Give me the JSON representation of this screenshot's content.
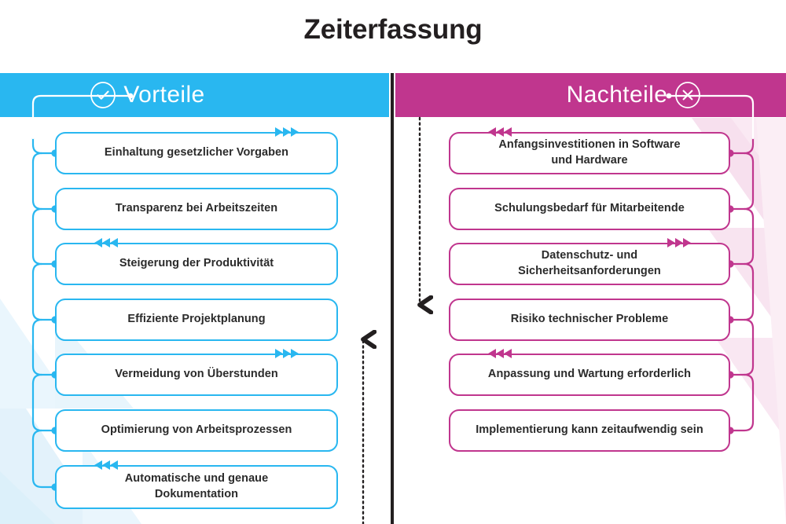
{
  "page": {
    "title": "Zeiterfassung",
    "title_color": "#231f20",
    "background": "#ffffff"
  },
  "columns": {
    "left": {
      "label": "Vorteile",
      "icon": "check-circle-icon",
      "color": "#29b7f0",
      "text_color": "#ffffff"
    },
    "right": {
      "label": "Nachteile",
      "icon": "x-circle-icon",
      "color": "#c0368e",
      "text_color": "#ffffff"
    }
  },
  "pros": [
    {
      "text": "Einhaltung gesetzlicher Vorgaben",
      "arrow": "right"
    },
    {
      "text": "Transparenz bei Arbeitszeiten",
      "arrow": "none"
    },
    {
      "text": "Steigerung der Produktivität",
      "arrow": "left"
    },
    {
      "text": "Effiziente Projektplanung",
      "arrow": "none"
    },
    {
      "text": "Vermeidung von Überstunden",
      "arrow": "right"
    },
    {
      "text": "Optimierung von Arbeitsprozessen",
      "arrow": "none"
    },
    {
      "text": "Automatische und genaue\nDokumentation",
      "arrow": "left"
    }
  ],
  "cons": [
    {
      "text": "Anfangsinvestitionen in Software\nund Hardware",
      "arrow": "left"
    },
    {
      "text": "Schulungsbedarf für Mitarbeitende",
      "arrow": "none"
    },
    {
      "text": "Datenschutz- und\nSicherheitsanforderungen",
      "arrow": "right"
    },
    {
      "text": "Risiko technischer Probleme",
      "arrow": "none"
    },
    {
      "text": "Anpassung und Wartung erforderlich",
      "arrow": "left"
    },
    {
      "text": "Implementierung kann zeitaufwendig sein",
      "arrow": "none"
    }
  ],
  "decor": {
    "divider_color": "#231f20",
    "dotted_arrow_color": "#231f20",
    "bg_blue_tint": "#dff0fa",
    "bg_pink_tint": "#f9e3f0"
  }
}
